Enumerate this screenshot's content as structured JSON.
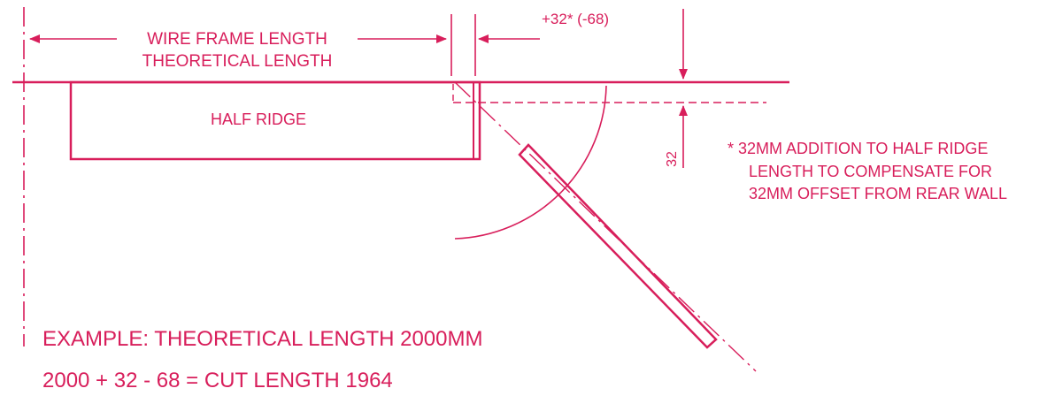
{
  "labels": {
    "wire_frame_length": "WIRE FRAME LENGTH",
    "theoretical_length": "THEORETICAL LENGTH",
    "offset": "+32* (-68)",
    "half_ridge": "HALF RIDGE",
    "dimension_32": "32"
  },
  "note": {
    "line1": "* 32MM ADDITION TO HALF RIDGE",
    "line2": "LENGTH TO COMPENSATE FOR",
    "line3": "32MM OFFSET FROM REAR WALL"
  },
  "example": {
    "line1": "EXAMPLE: THEORETICAL LENGTH 2000MM",
    "line2": "2000 + 32 - 68 = CUT LENGTH 1964"
  },
  "colors": {
    "ink": "#d81e5b",
    "background": "#ffffff"
  }
}
